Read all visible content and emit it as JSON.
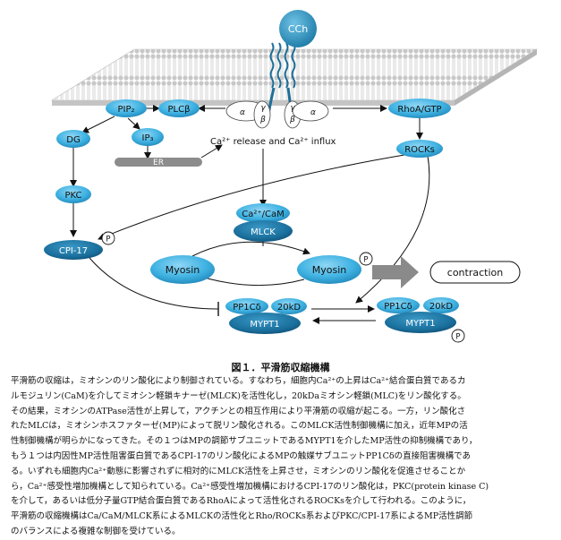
{
  "diagram": {
    "nodes": {
      "cch": "CCh",
      "pip2": "PIP₂",
      "plcb": "PLCβ",
      "alpha": "α",
      "gamma": "γ",
      "beta": "β",
      "rhoa": "RhoA/GTP",
      "dg": "DG",
      "ip3": "IP₃",
      "er": "ER",
      "ca_release": "Ca²⁺ release and Ca²⁺ influx",
      "rocks": "ROCKs",
      "pkc": "PKC",
      "ca_cam": "Ca²⁺/CaM",
      "mlck": "MLCK",
      "cpi17": "CPI-17",
      "p": "P",
      "myosin": "Myosin",
      "contraction": "contraction",
      "pp1c": "PP1Cδ",
      "kd20": "20kD",
      "mypt1": "MYPT1"
    }
  },
  "caption": {
    "title": "図１．平滑筋収縮機構",
    "lines": [
      "平滑筋の収縮は，ミオシンのリン酸化により制御されている。すなわち，細胞内Ca²⁺の上昇はCa²⁺結合蛋白質であるカ",
      "ルモジュリン(CaM)を介してミオシン軽鎖キナーゼ(MLCK)を活性化し，20kDaミオシン軽鎖(MLC)をリン酸化する。",
      "その結果，ミオシンのATPase活性が上昇して，アクチンとの相互作用により平滑筋の収縮が起こる。一方，リン酸化さ",
      "れたMLCは，ミオシンホスファターゼ(MP)によって脱リン酸化される。このMLCK活性制御機構に加え，近年MPの活",
      "性制御機構が明らかになってきた。その１つはMPの調節サブユニットであるMYPT1を介したMP活性の抑制機構であり，",
      "もう１つは内因性MP活性阻害蛋白質であるCPI-17のリン酸化によるMPの触媒サブユニットPP1Cδの直接阻害機構であ",
      "る。いずれも細胞内Ca²⁺動態に影響されずに相対的にMLCK活性を上昇させ，ミオシンのリン酸化を促進させることか",
      "ら，Ca²⁺感受性増加機構として知られている。Ca²⁺感受性増加機構におけるCPI-17のリン酸化は，PKC(protein kinase C)",
      "を介して，あるいは低分子量GTP結合蛋白質であるRhoAによって活性化されるROCKsを介して行われる。このように，",
      "平滑筋の収縮機構はCa/CaM/MLCK系によるMLCKの活性化とRho/ROCKs系およびPKC/CPI-17系によるMP活性調節",
      "のバランスによる複雑な制御を受けている。"
    ]
  },
  "colors": {
    "membrane": "#b9b9b9",
    "node_light": "#3fb2e2",
    "node_dark": "#1a6f9c",
    "cch": "#2b8bb5",
    "arrow": "#111111",
    "contraction_arrow": "#8a8a8a"
  }
}
